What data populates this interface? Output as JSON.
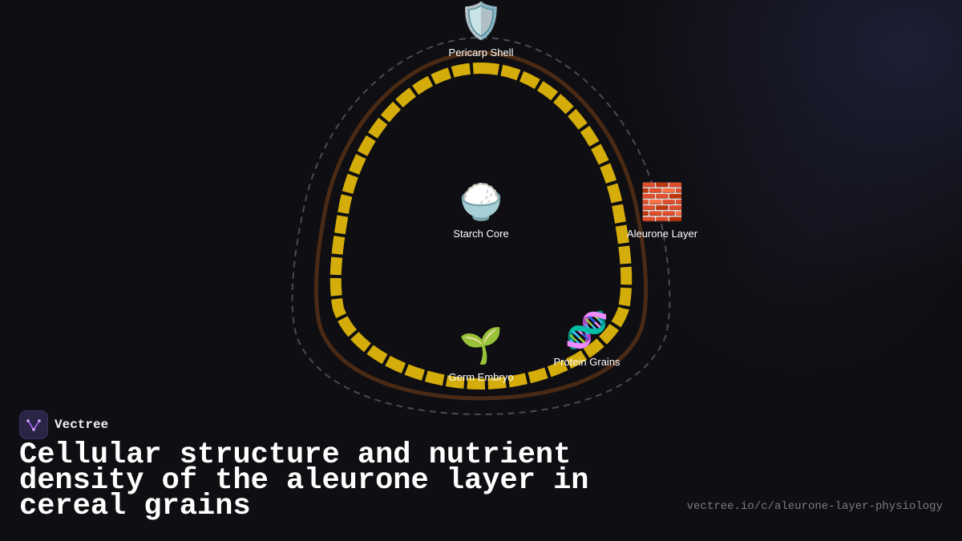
{
  "nodes": {
    "pericarp": {
      "label": "Pericarp Shell",
      "icon": "🛡️",
      "icon_name": "shield-icon"
    },
    "starch": {
      "label": "Starch Core",
      "icon": "🍚",
      "icon_name": "rice-bowl-icon"
    },
    "aleurone": {
      "label": "Aleurone Layer",
      "icon": "🧱",
      "icon_name": "brick-icon"
    },
    "germ": {
      "label": "Germ Embryo",
      "icon": "🌱",
      "icon_name": "seedling-icon"
    },
    "protein": {
      "label": "Protein Grains",
      "icon": "🧬",
      "icon_name": "dna-icon"
    }
  },
  "brand": {
    "name": "Vectree"
  },
  "title": "Cellular structure and nutrient density of the aleurone layer in cereal grains",
  "url": "vectree.io/c/aleurone-layer-physiology",
  "colors": {
    "background": "#0f0e12",
    "outer_dashed": "#4a4a52",
    "pericarp_ring": "#4a2a14",
    "aleurone_dashes": "#d4ad0a",
    "logo_accent": "#b36bff"
  }
}
